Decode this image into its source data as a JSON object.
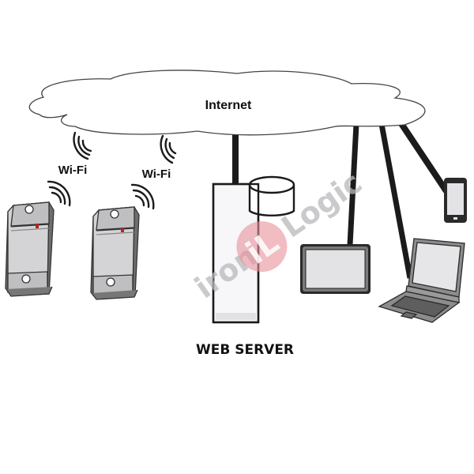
{
  "diagram": {
    "cloud": {
      "label": "Internet"
    },
    "readers": [
      {
        "name": "reader-1",
        "wifi_label": "Wi-Fi"
      },
      {
        "name": "reader-2",
        "wifi_label": "Wi-Fi"
      }
    ],
    "server": {
      "label": "WEB SERVER"
    },
    "clients": [
      "monitor",
      "laptop",
      "smartphone"
    ],
    "watermark": {
      "left": "iron",
      "badge": "iL",
      "right": "Logic"
    },
    "colors": {
      "line": "#1b1b1b",
      "device_fill": "#d9d9dc",
      "screen_fill": "#e6e6e9",
      "laptop_body": "#8c8c8c",
      "reader_led": "#b2242a",
      "watermark_badge": "#e8909a",
      "watermark_text": "#b9b9bd"
    }
  }
}
